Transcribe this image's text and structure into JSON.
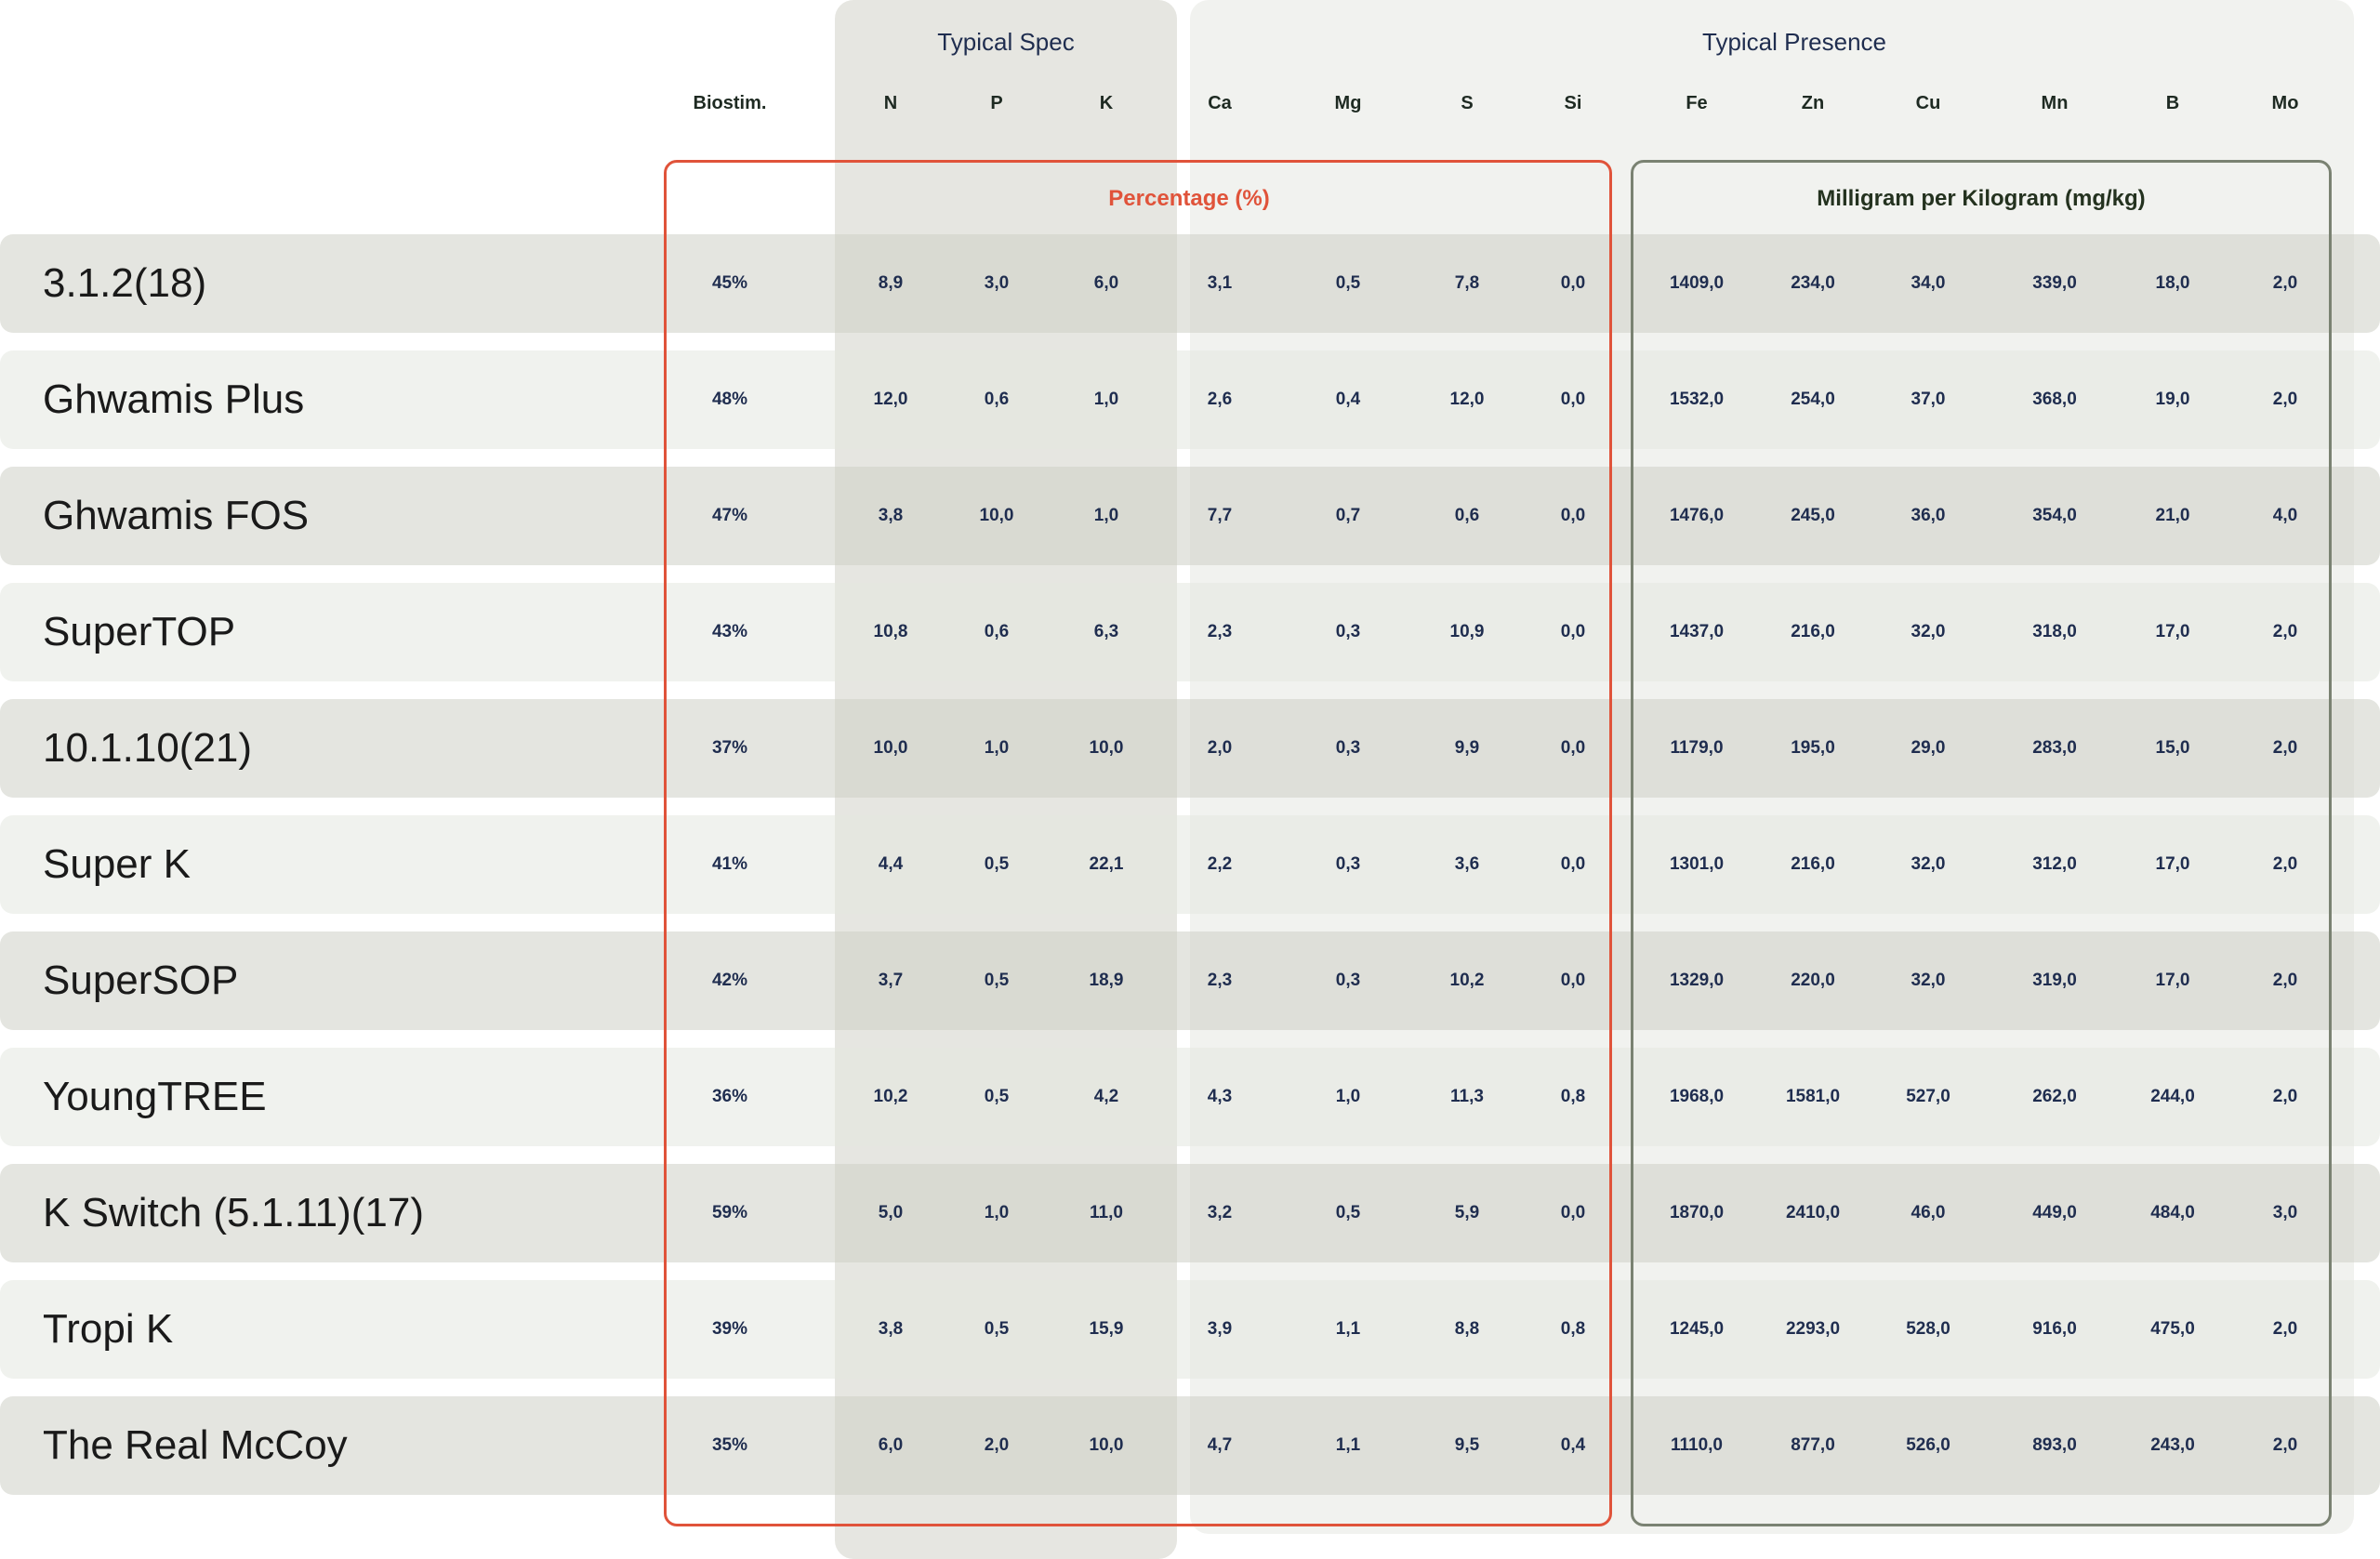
{
  "groups": {
    "typical_spec": "Typical Spec",
    "typical_presence": "Typical Presence"
  },
  "units": {
    "percentage": "Percentage (%)",
    "mg_per_kg": "Milligram per Kilogram (mg/kg)"
  },
  "colors": {
    "percentage_accent": "#e0533a",
    "mg_accent": "#7a8272",
    "value_text": "#1f2d4f"
  },
  "columns": [
    "Biostim.",
    "N",
    "P",
    "K",
    "Ca",
    "Mg",
    "S",
    "Si",
    "Fe",
    "Zn",
    "Cu",
    "Mn",
    "B",
    "Mo"
  ],
  "rows": [
    {
      "name": "3.1.2(18)",
      "values": [
        "45%",
        "8,9",
        "3,0",
        "6,0",
        "3,1",
        "0,5",
        "7,8",
        "0,0",
        "1409,0",
        "234,0",
        "34,0",
        "339,0",
        "18,0",
        "2,0"
      ]
    },
    {
      "name": "Ghwamis Plus",
      "values": [
        "48%",
        "12,0",
        "0,6",
        "1,0",
        "2,6",
        "0,4",
        "12,0",
        "0,0",
        "1532,0",
        "254,0",
        "37,0",
        "368,0",
        "19,0",
        "2,0"
      ]
    },
    {
      "name": "Ghwamis FOS",
      "values": [
        "47%",
        "3,8",
        "10,0",
        "1,0",
        "7,7",
        "0,7",
        "0,6",
        "0,0",
        "1476,0",
        "245,0",
        "36,0",
        "354,0",
        "21,0",
        "4,0"
      ]
    },
    {
      "name": "SuperTOP",
      "values": [
        "43%",
        "10,8",
        "0,6",
        "6,3",
        "2,3",
        "0,3",
        "10,9",
        "0,0",
        "1437,0",
        "216,0",
        "32,0",
        "318,0",
        "17,0",
        "2,0"
      ]
    },
    {
      "name": "10.1.10(21)",
      "values": [
        "37%",
        "10,0",
        "1,0",
        "10,0",
        "2,0",
        "0,3",
        "9,9",
        "0,0",
        "1179,0",
        "195,0",
        "29,0",
        "283,0",
        "15,0",
        "2,0"
      ]
    },
    {
      "name": "Super K",
      "values": [
        "41%",
        "4,4",
        "0,5",
        "22,1",
        "2,2",
        "0,3",
        "3,6",
        "0,0",
        "1301,0",
        "216,0",
        "32,0",
        "312,0",
        "17,0",
        "2,0"
      ]
    },
    {
      "name": "SuperSOP",
      "values": [
        "42%",
        "3,7",
        "0,5",
        "18,9",
        "2,3",
        "0,3",
        "10,2",
        "0,0",
        "1329,0",
        "220,0",
        "32,0",
        "319,0",
        "17,0",
        "2,0"
      ]
    },
    {
      "name": "YoungTREE",
      "values": [
        "36%",
        "10,2",
        "0,5",
        "4,2",
        "4,3",
        "1,0",
        "11,3",
        "0,8",
        "1968,0",
        "1581,0",
        "527,0",
        "262,0",
        "244,0",
        "2,0"
      ]
    },
    {
      "name": "K Switch (5.1.11)(17)",
      "values": [
        "59%",
        "5,0",
        "1,0",
        "11,0",
        "3,2",
        "0,5",
        "5,9",
        "0,0",
        "1870,0",
        "2410,0",
        "46,0",
        "449,0",
        "484,0",
        "3,0"
      ]
    },
    {
      "name": "Tropi K",
      "values": [
        "39%",
        "3,8",
        "0,5",
        "15,9",
        "3,9",
        "1,1",
        "8,8",
        "0,8",
        "1245,0",
        "2293,0",
        "528,0",
        "916,0",
        "475,0",
        "2,0"
      ]
    },
    {
      "name": "The Real McCoy",
      "values": [
        "35%",
        "6,0",
        "2,0",
        "10,0",
        "4,7",
        "1,1",
        "9,5",
        "0,4",
        "1110,0",
        "877,0",
        "526,0",
        "893,0",
        "243,0",
        "2,0"
      ]
    }
  ]
}
